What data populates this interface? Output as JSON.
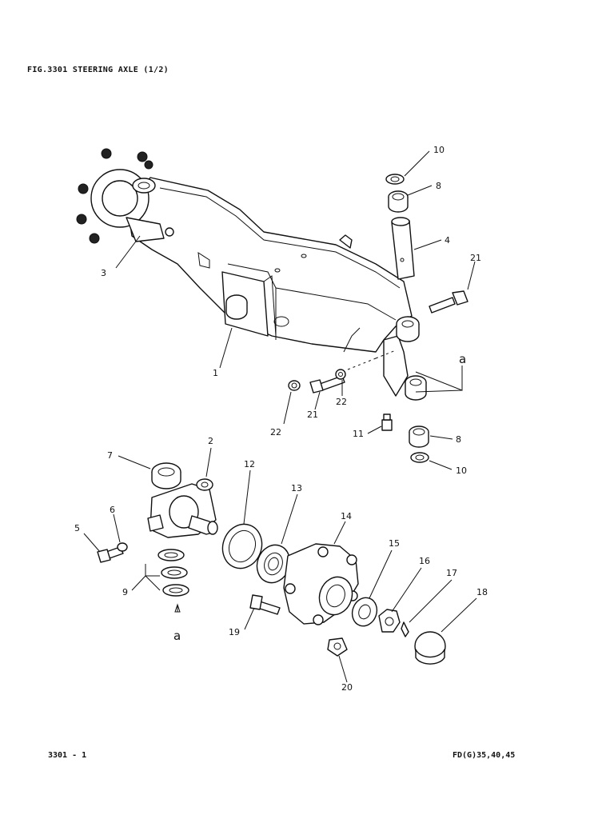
{
  "header": {
    "title": "FIG.3301  STEERING AXLE (1/2)"
  },
  "footer": {
    "page": "3301 - 1",
    "model": "FD(G)35,40,45"
  },
  "callouts": {
    "c1": "1",
    "c2": "2",
    "c3": "3",
    "c4": "4",
    "c5": "5",
    "c6": "6",
    "c7": "7",
    "c8a": "8",
    "c8b": "8",
    "c9": "9",
    "c10a": "10",
    "c10b": "10",
    "c11": "11",
    "c12": "12",
    "c13": "13",
    "c14": "14",
    "c15": "15",
    "c16": "16",
    "c17": "17",
    "c18": "18",
    "c19": "19",
    "c20": "20",
    "c21a": "21",
    "c21b": "21",
    "c22a": "22",
    "c22b": "22",
    "ref_a1": "a",
    "ref_a2": "a"
  }
}
